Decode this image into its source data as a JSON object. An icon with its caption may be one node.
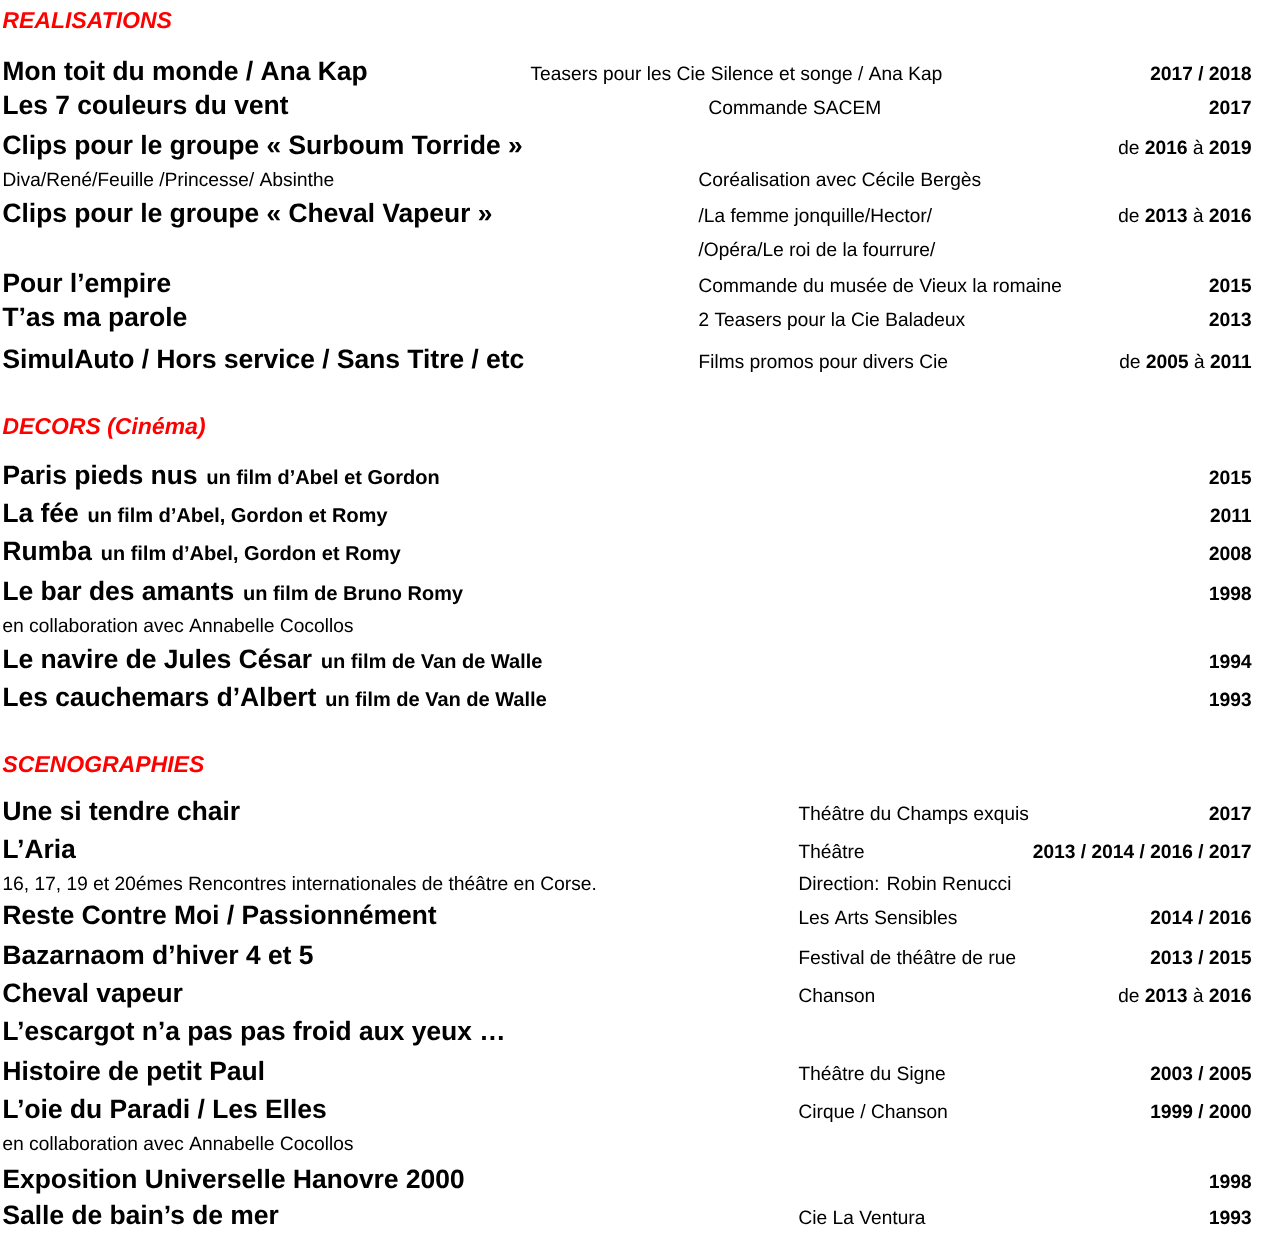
{
  "diagram": {
    "labels": [
      "REALISATIONS",
      "Mon toit du monde / Ana Kap",
      "Teasers pour les Cie Silence et songe / Ana Kap",
      "2017 / 2018",
      "Les 7 couleurs du vent",
      "Commande SACEM",
      "2017",
      "Clips pour le groupe « Surboum Torride »",
      "de **2016** à **2019**",
      "Diva/René/Feuille /Princesse/ Absinthe",
      "Coréalisation avec Cécile Bergès",
      "Clips pour le groupe « Cheval Vapeur »",
      "/La femme jonquille/Hector/",
      "de **2013** à **2016**",
      "/Opéra/Le roi de la fourrure/",
      "Pour l’empire",
      "Commande du musée de Vieux la romaine",
      "2015",
      "T’as ma parole",
      "2 Teasers pour la Cie Baladeux",
      "2013",
      "SimulAuto / Hors service / Sans Titre / etc",
      "Films promos pour divers Cie",
      "de **2005** à **2011**",
      "DECORS (Cinéma)",
      "Paris pieds nus",
      "un film d’Abel et Gordon",
      "2015",
      "La fée",
      "un film d’Abel, Gordon et Romy",
      "2011",
      "Rumba",
      "un film d’Abel, Gordon et Romy",
      "2008",
      "Le bar des amants",
      "un film de Bruno Romy",
      "1998",
      "en collaboration avec Annabelle Cocollos",
      "Le navire de Jules César",
      "un film de Van de Walle",
      "1994",
      "Les cauchemars d’Albert",
      "un film de Van de Walle",
      "1993",
      "SCENOGRAPHIES",
      "Une si tendre chair",
      "Théâtre du Champs exquis",
      "2017",
      "L’Aria",
      "Théâtre",
      "2013 / 2014 / 2016 / 2017",
      "16, 17, 19 et 20émes Rencontres internationales de théâtre en Corse.",
      "Direction: Robin Renucci",
      "Reste Contre Moi / Passionnément",
      "Les Arts Sensibles",
      "2014 / 2016",
      "Bazarnaom d’hiver 4 et 5",
      "Festival de théâtre de rue",
      "2013 / 2015",
      "Cheval vapeur",
      "Chanson",
      "de **2013** à **2016**",
      "L’escargot n’a pas pas froid aux yeux …",
      "Histoire de petit Paul",
      "Théâtre du Signe",
      "2003 / 2005",
      "L’oie du Paradi / Les Elles",
      "Cirque / Chanson",
      "1999 / 2000",
      "en collaboration avec Annabelle Cocollos",
      "Exposition Universelle Hanovre 2000",
      "1998",
      "Salle de bain’s de mer",
      "Cie La Ventura",
      "1993"
    ]
  }
}
